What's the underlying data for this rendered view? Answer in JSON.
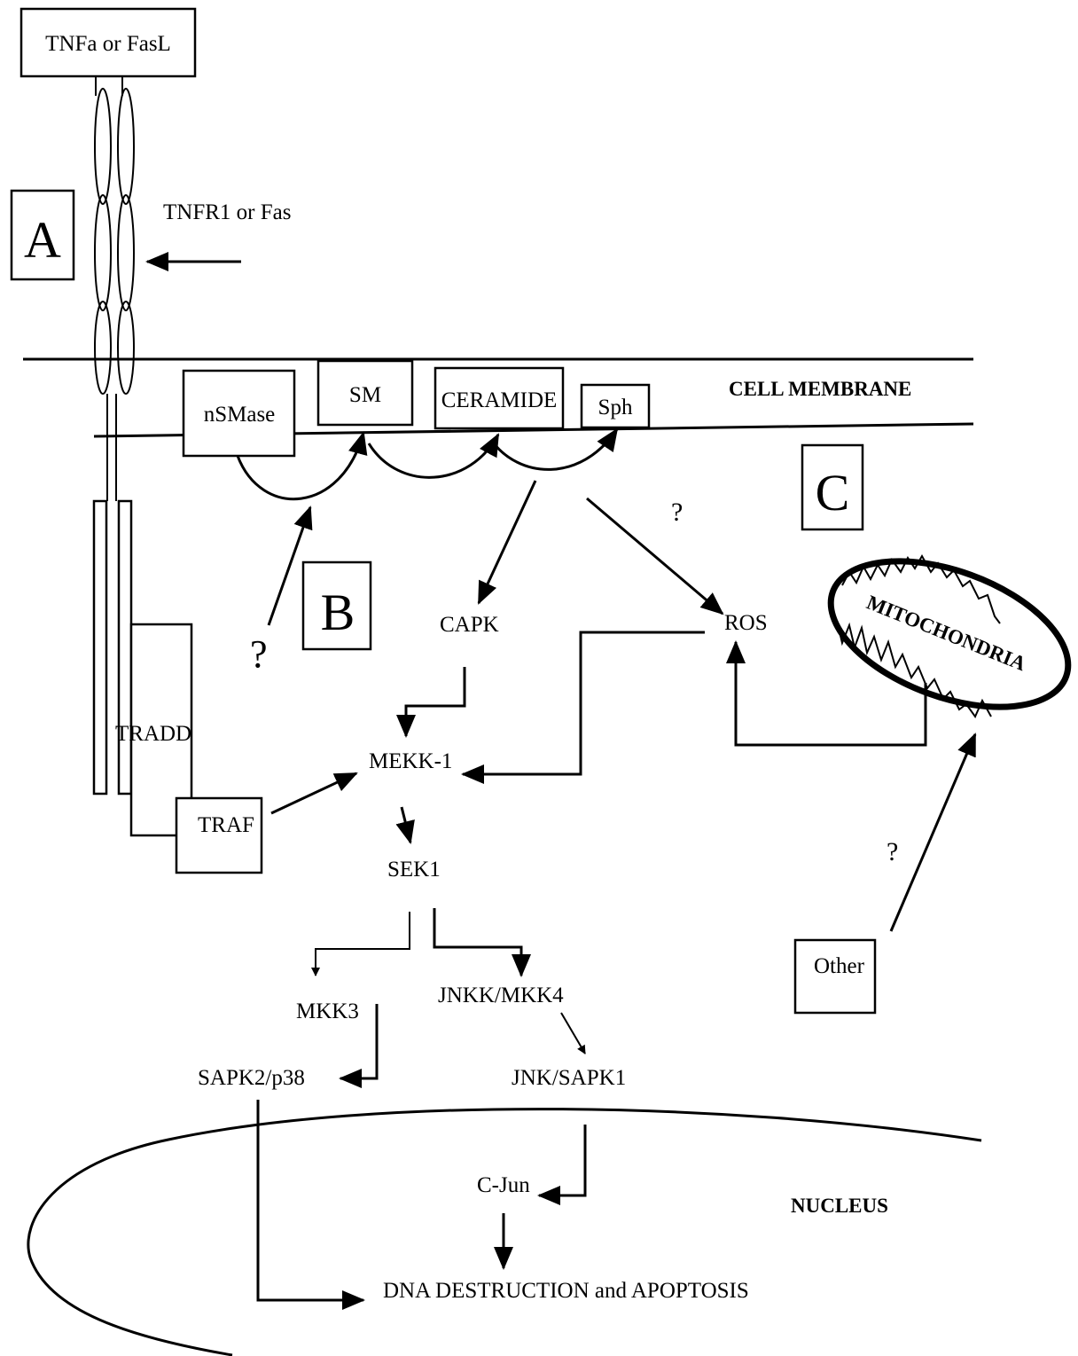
{
  "labels": {
    "ligand": "TNFa or FasL",
    "receptor": "TNFR1 or Fas",
    "panel_a": "A",
    "panel_b": "B",
    "panel_c": "C",
    "cell_membrane": "CELL MEMBRANE",
    "nsmase": "nSMase",
    "sm": "SM",
    "ceramide": "CERAMIDE",
    "sph": "Sph",
    "capk": "CAPK",
    "ros": "ROS",
    "mitochondria": "MITOCHONDRIA",
    "tradd": "TRADD",
    "traf": "TRAF",
    "mekk1": "MEKK-1",
    "sek1": "SEK1",
    "mkk3": "MKK3",
    "jnkk_mkk4": "JNKK/MKK4",
    "sapk2_p38": "SAPK2/p38",
    "jnk_sapk1": "JNK/SAPK1",
    "other": "Other",
    "cjun": "C-Jun",
    "nucleus": "NUCLEUS",
    "dna": "DNA  DESTRUCTION and APOPTOSIS",
    "question_mark": "?"
  }
}
